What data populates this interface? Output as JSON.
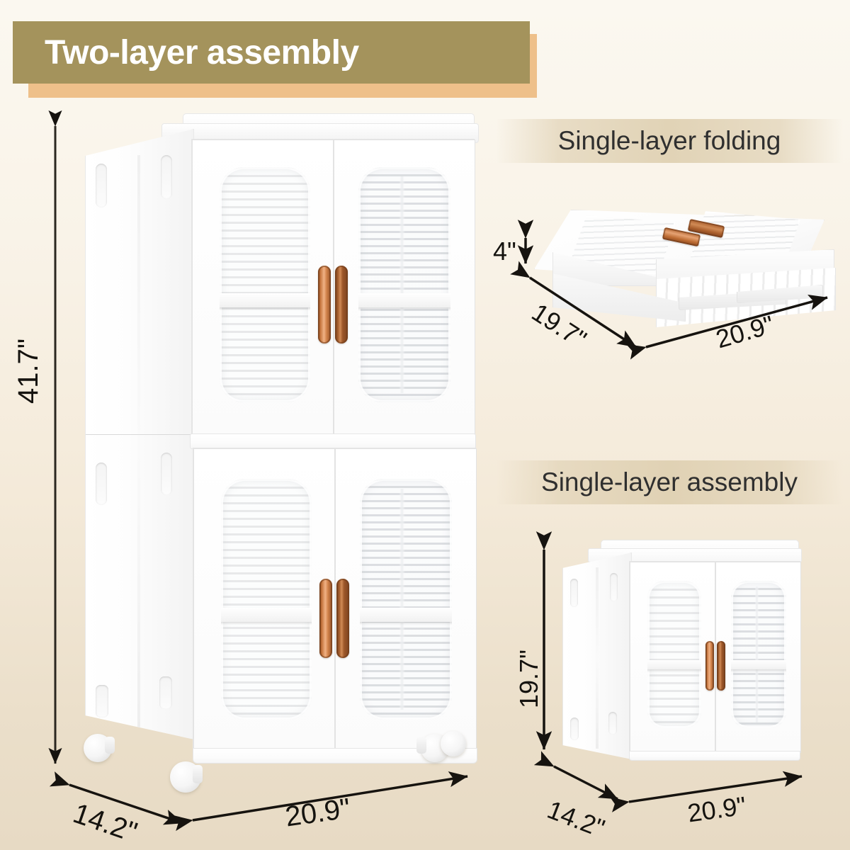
{
  "page": {
    "background_top": "#fbf8f0",
    "background_bottom": "#e7dac4"
  },
  "title_banner": {
    "text": "Two-layer assembly",
    "plate_color": "#a4935c",
    "shadow_color": "#eec08a",
    "text_color": "#ffffff"
  },
  "sections": [
    {
      "id": "two-layer-assembly",
      "heading": "Two-layer assembly"
    },
    {
      "id": "single-layer-folding",
      "heading": "Single-layer folding"
    },
    {
      "id": "single-layer-assembly",
      "heading": "Single-layer assembly"
    }
  ],
  "headings": {
    "folding": "Single-layer folding",
    "assembly": "Single-layer assembly"
  },
  "dimensions": {
    "two_layer": {
      "height": "41.7\"",
      "depth": "14.2\"",
      "width": "20.9\""
    },
    "folded": {
      "height": "4\"",
      "depth": "19.7\"",
      "width": "20.9\""
    },
    "single_layer": {
      "height": "19.7\"",
      "depth": "14.2\"",
      "width": "20.9\""
    }
  },
  "product": {
    "handle_color": "#c4743c",
    "body_color": "#ffffff",
    "wheel_count_visible": 4,
    "doors_per_tier": 2,
    "tiers_two_layer": 2
  }
}
